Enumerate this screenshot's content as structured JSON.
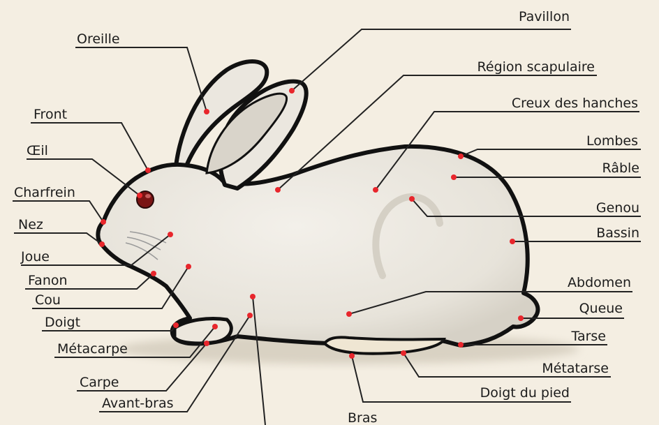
{
  "labels": {
    "oreille": "Oreille",
    "pavillon": "Pavillon",
    "front": "Front",
    "region_scapulaire": "Région scapulaire",
    "creux_hanches": "Creux des hanches",
    "oeil": "Œil",
    "lombes": "Lombes",
    "rable": "Râble",
    "charfrein": "Charfrein",
    "genou": "Genou",
    "nez": "Nez",
    "bassin": "Bassin",
    "joue": "Joue",
    "fanon": "Fanon",
    "abdomen": "Abdomen",
    "cou": "Cou",
    "queue": "Queue",
    "doigt": "Doigt",
    "tarse": "Tarse",
    "metacarpe": "Métacarpe",
    "metatarse": "Métatarse",
    "carpe": "Carpe",
    "doigt_pied": "Doigt du pied",
    "avant_bras": "Avant-bras",
    "bras": "Bras"
  },
  "colors": {
    "background": "#f4eee2",
    "body_fill": "#ede9e1",
    "outline": "#111111",
    "point": "#e8262c",
    "eye": "#7a1414"
  }
}
